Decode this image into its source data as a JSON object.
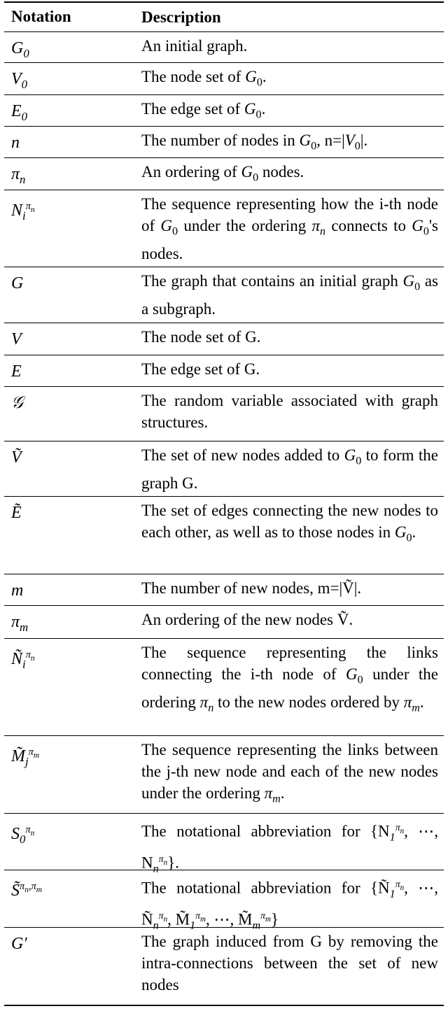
{
  "table": {
    "header": {
      "notation": "Notation",
      "description": "Description"
    },
    "rows": [
      {
        "notation": "G0",
        "description": "An initial graph.",
        "h": 44
      },
      {
        "notation": "V0",
        "description": "The node set of G0.",
        "h": 46
      },
      {
        "notation": "E0",
        "description": "The edge set of G0.",
        "h": 45
      },
      {
        "notation": "n",
        "description": "The number of nodes in G0, n=|V0|.",
        "h": 45
      },
      {
        "notation": "πn",
        "description": "An ordering of G0 nodes.",
        "h": 46
      },
      {
        "notation": "Ni^πn",
        "description": "The sequence representing how the i-th node of G0 under the ordering πn connects to G0's nodes.",
        "h": 110
      },
      {
        "notation": "G",
        "description": "The graph that contains an initial graph G0 as a subgraph.",
        "h": 80
      },
      {
        "notation": "V",
        "description": "The node set of G.",
        "h": 46
      },
      {
        "notation": "E",
        "description": "The edge set of G.",
        "h": 45
      },
      {
        "notation": "𝒢",
        "description": "The random variable associated with graph structures.",
        "h": 78
      },
      {
        "notation": "Ṽ",
        "description": "The set of new nodes added to G0 to form the graph G.",
        "h": 79
      },
      {
        "notation": "Ẽ",
        "description": "The set of edges connecting the new nodes to each other, as well as to those nodes in G0.",
        "h": 111
      },
      {
        "notation": "m",
        "description": "The number of new nodes, m=|Ṽ|.",
        "h": 45
      },
      {
        "notation": "πm",
        "description": "An ordering of the new nodes Ṽ.",
        "h": 47
      },
      {
        "notation": "Ñi^πn",
        "description": "The sequence representing the links connecting the i-th node of G0 under the ordering πn to the new nodes ordered by πm.",
        "h": 139
      },
      {
        "notation": "M̃j^πm",
        "description": "The sequence representing the links between the j-th new node and each of the new nodes under the ordering πm.",
        "h": 111
      },
      {
        "notation": "S0^πn",
        "description": "The notational abbreviation for {N1^πn, ⋯, Nn^πn}.",
        "h": 81
      },
      {
        "notation": "S̃^πn,πm",
        "description": "The notational abbreviation for {Ñ1^πn, ⋯, Ñn^πn, M̃1^πm, ⋯, M̃m^πm}",
        "h": 82
      },
      {
        "notation": "G′",
        "description": "The graph induced from G by removing the intra-connections between the set of new nodes",
        "h": 110
      }
    ]
  }
}
